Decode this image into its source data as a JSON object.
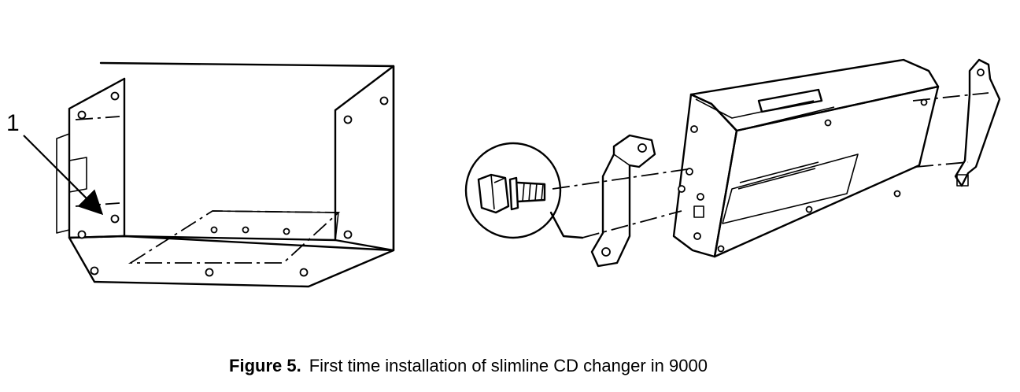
{
  "callout": {
    "number": "1"
  },
  "caption": {
    "label": "Figure 5.",
    "text": "First time installation of slimline CD changer in 9000"
  }
}
